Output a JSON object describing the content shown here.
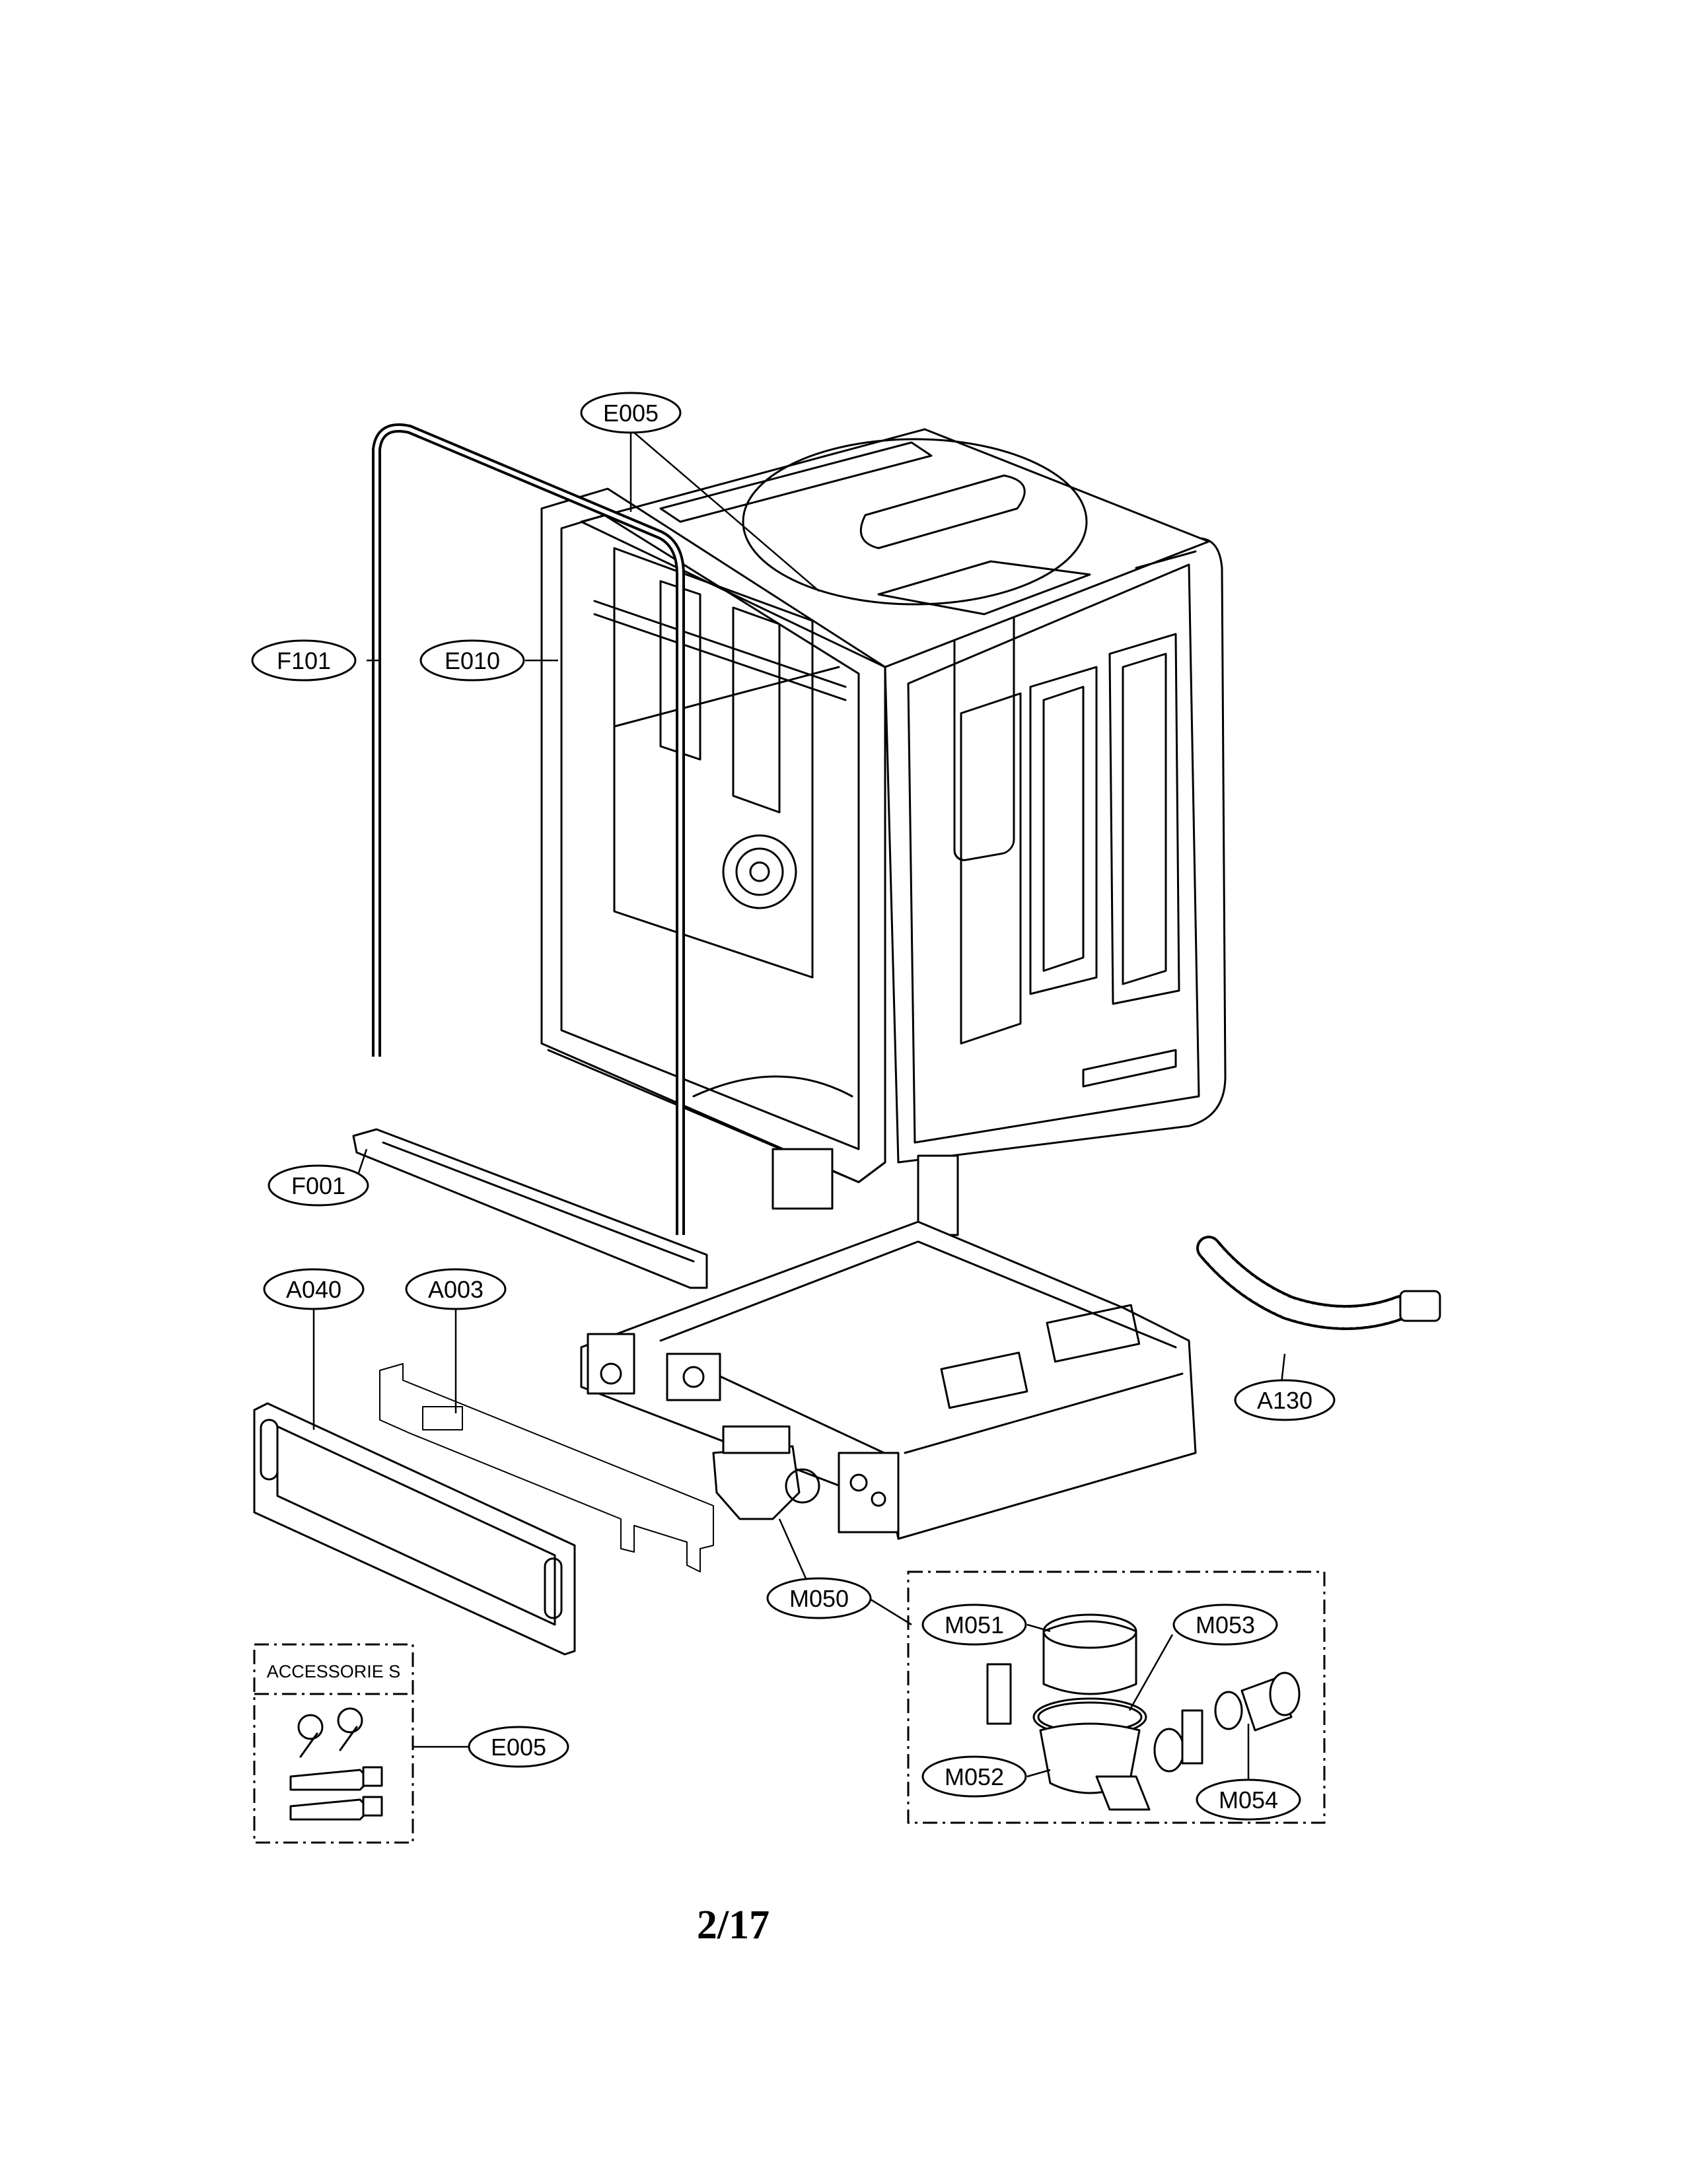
{
  "callouts": {
    "e005_top": "E005",
    "f101": "F101",
    "e010": "E010",
    "f001": "F001",
    "a040": "A040",
    "a003": "A003",
    "a130": "A130",
    "m050": "M050",
    "m051": "M051",
    "m053": "M053",
    "m052": "M052",
    "m054": "M054",
    "e005_acc": "E005"
  },
  "accessories_label": "ACCESSORIE S",
  "page_number": "2/17"
}
